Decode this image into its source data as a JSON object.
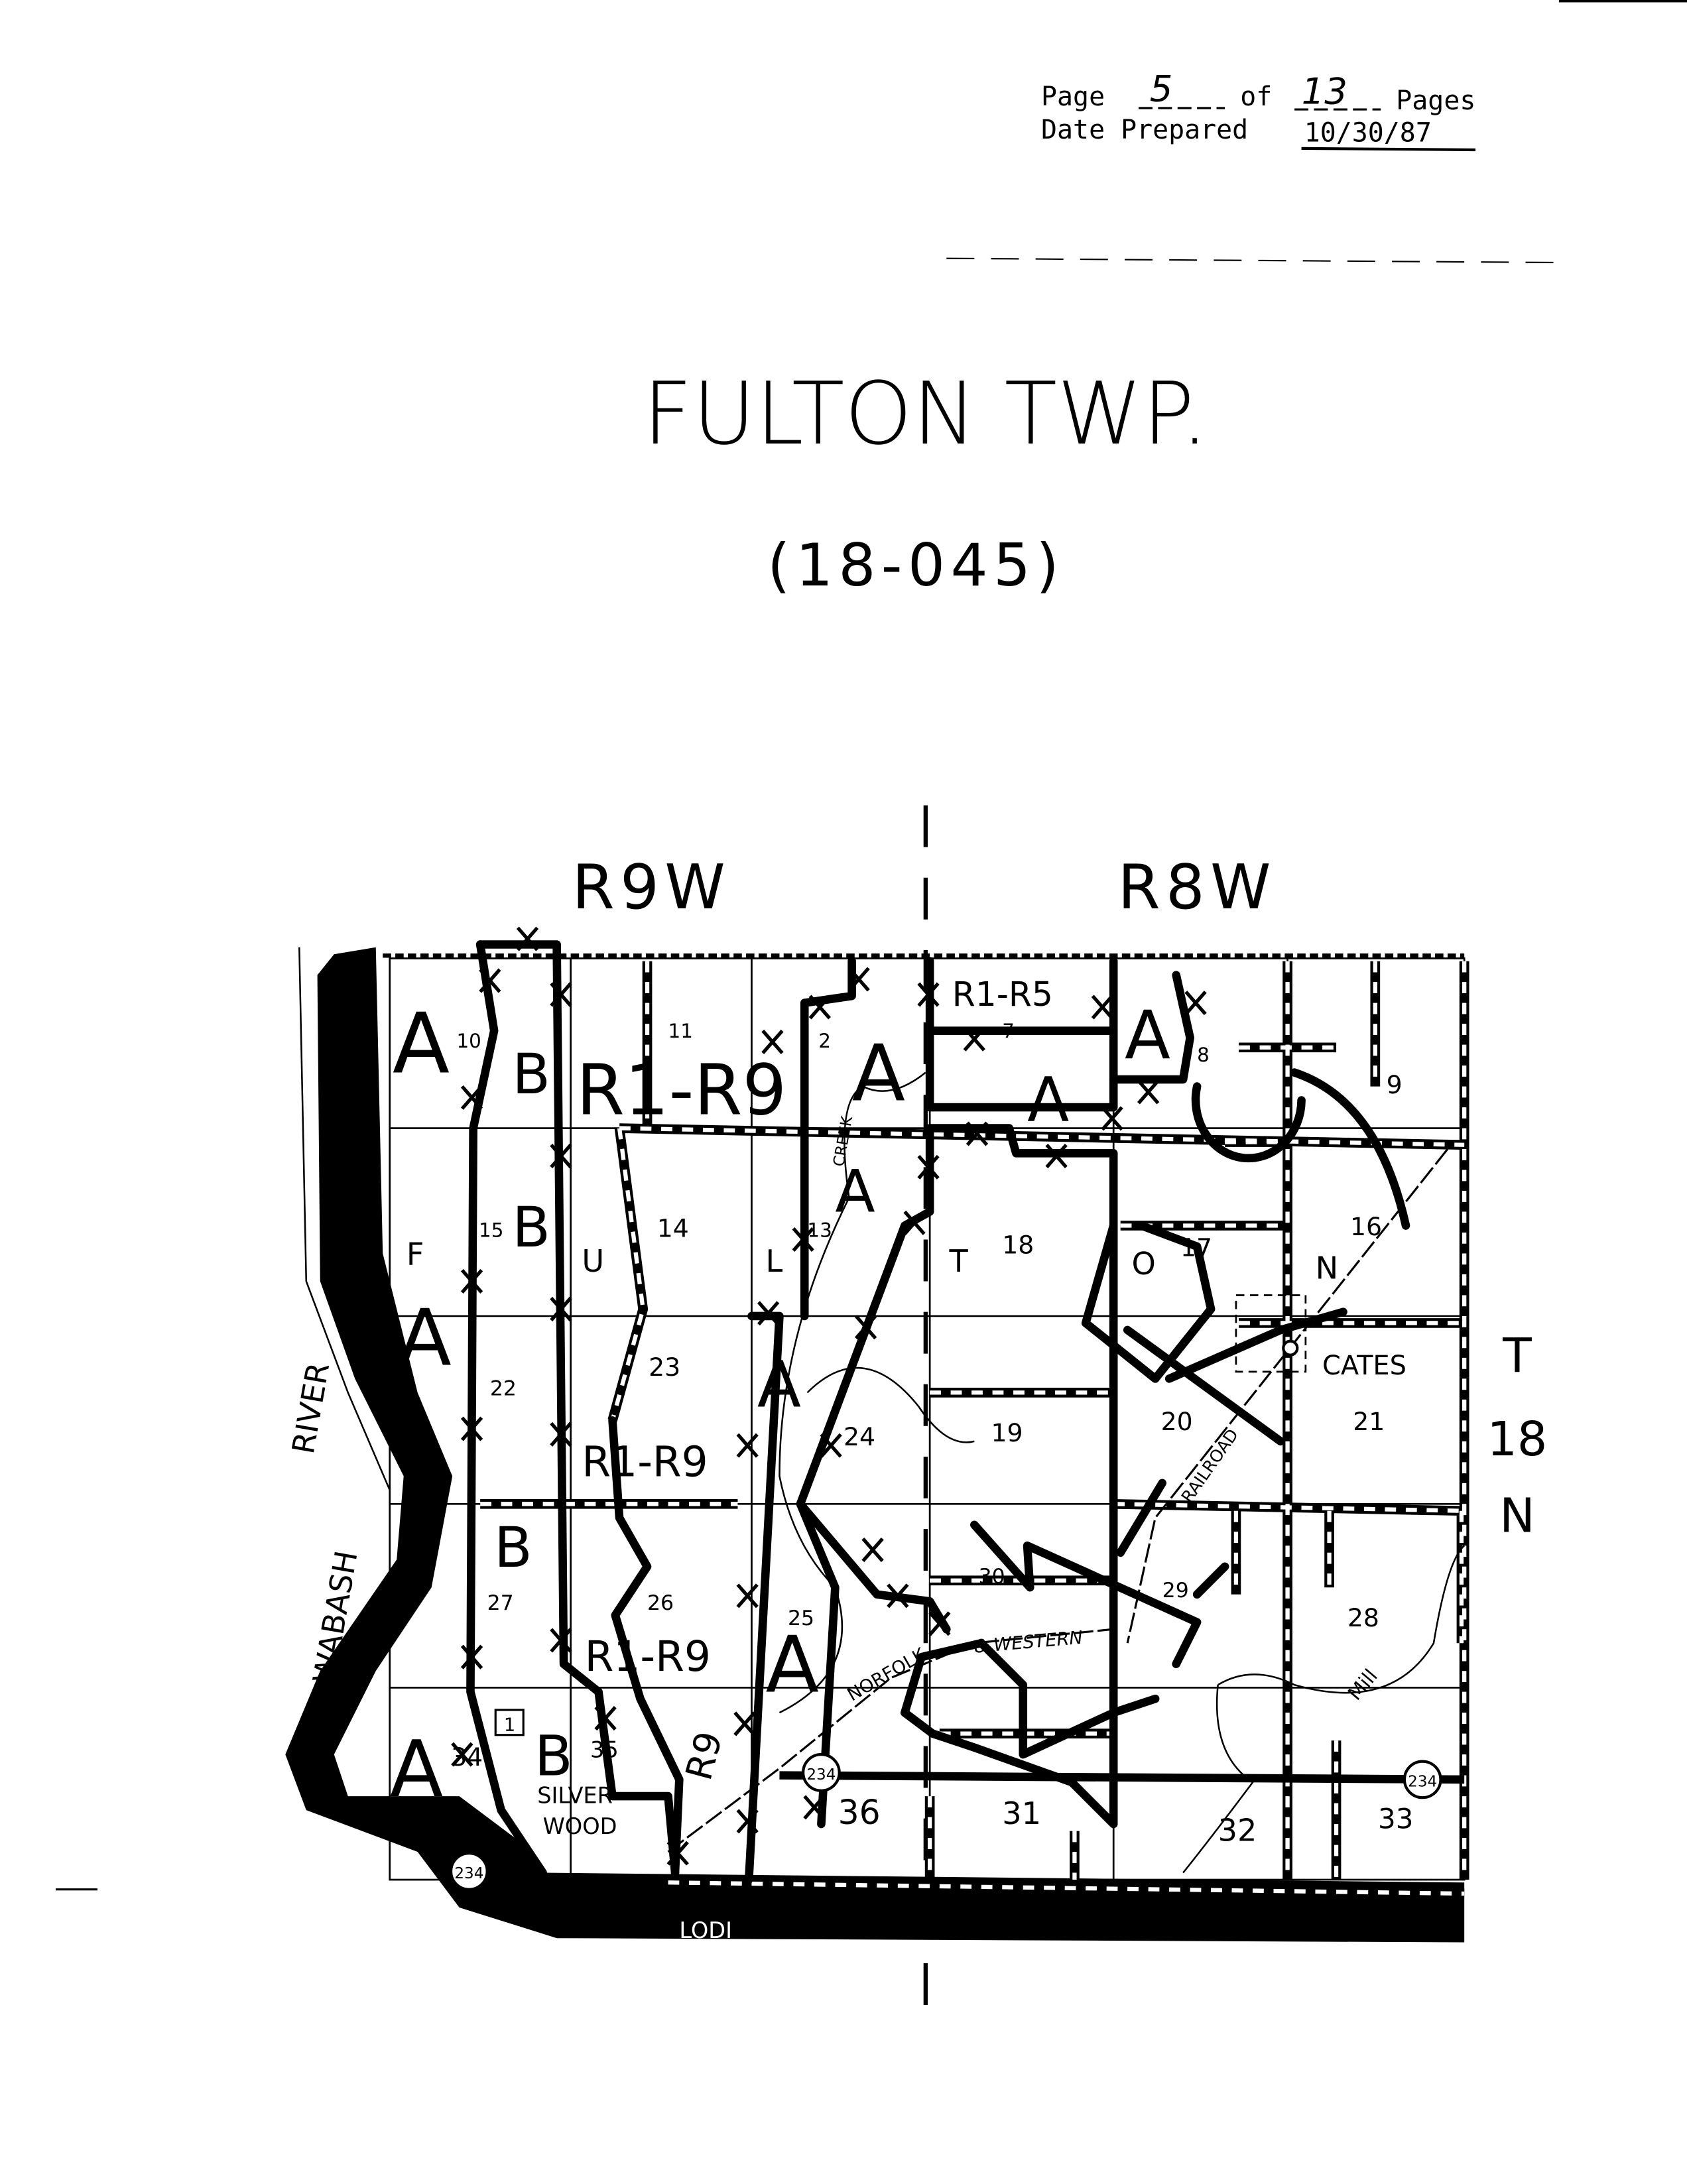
{
  "header": {
    "page_label": "Page",
    "page_number": "5",
    "of_label": "of",
    "total_pages": "13",
    "pages_label": "Pages",
    "date_label": "Date Prepared",
    "date_value": "10/30/87"
  },
  "title": "FULTON TWP.",
  "code": "(18-045)",
  "map": {
    "range_west": "R9W",
    "range_east": "R8W",
    "township": [
      "T",
      "18",
      "N"
    ],
    "river": [
      "WABASH",
      "RIVER"
    ],
    "town_cates": "CATES",
    "town_silverwood": [
      "SILVER-",
      "WOOD"
    ],
    "town_lodi": "LODI",
    "railroad_label": "RAILROAD",
    "railroad_nw": [
      "NORFOLK",
      "& WESTERN"
    ],
    "creek_label": "CREEK",
    "mill_label": "Mill",
    "route_shield": "234",
    "box_label": "1",
    "fulton_letters": [
      "F",
      "U",
      "L",
      "T",
      "O",
      "N"
    ],
    "zones": [
      "A",
      "B",
      "R1-R9",
      "R1-R5",
      "R9"
    ],
    "sections": [
      "10",
      "11",
      "2",
      "7",
      "8",
      "9",
      "15",
      "14",
      "13",
      "18",
      "17",
      "16",
      "22",
      "23",
      "24",
      "19",
      "20",
      "21",
      "27",
      "26",
      "25",
      "30",
      "29",
      "28",
      "34",
      "35",
      "36",
      "31",
      "32",
      "33"
    ]
  }
}
